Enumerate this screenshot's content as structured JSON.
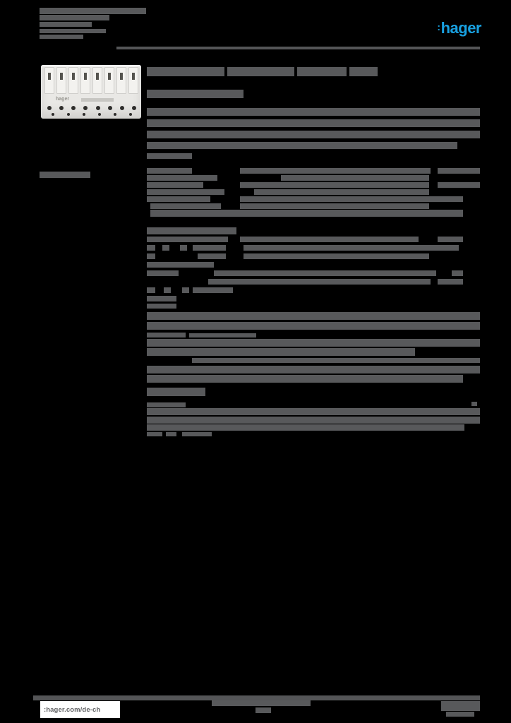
{
  "page": {
    "background": "#000000",
    "text_block_color": "#58595b",
    "divider_color": "#545557",
    "accent_color": "#18a0e0"
  },
  "brand": {
    "logo_prefix": ":",
    "logo_text": "hager"
  },
  "product_image": {
    "mini_label": "hager",
    "terminal_count": 8,
    "knob_count": 8,
    "knob_row2_count": 6
  },
  "footer": {
    "website": ":hager.com/de-ch"
  },
  "dividers": [
    [
      165,
      66,
      515,
      4
    ],
    [
      47,
      985,
      633,
      7
    ]
  ],
  "redacted_bars": [
    [
      56,
      11,
      151,
      9
    ],
    [
      56,
      21,
      99,
      8
    ],
    [
      56,
      31,
      74,
      7
    ],
    [
      56,
      41,
      94,
      6
    ],
    [
      56,
      49,
      62,
      6
    ],
    [
      208,
      95,
      110,
      13
    ],
    [
      322,
      95,
      95,
      13
    ],
    [
      421,
      95,
      70,
      13
    ],
    [
      495,
      95,
      40,
      13
    ],
    [
      208,
      127,
      137,
      12
    ],
    [
      208,
      153,
      472,
      11
    ],
    [
      208,
      169,
      472,
      11
    ],
    [
      208,
      185,
      472,
      11
    ],
    [
      208,
      201,
      440,
      10
    ],
    [
      208,
      217,
      64,
      8
    ],
    [
      56,
      243,
      72,
      9
    ],
    [
      208,
      238,
      64,
      8
    ],
    [
      340,
      238,
      270,
      8
    ],
    [
      620,
      238,
      60,
      8
    ],
    [
      208,
      248,
      100,
      8
    ],
    [
      398,
      248,
      210,
      8
    ],
    [
      208,
      258,
      80,
      8
    ],
    [
      340,
      258,
      268,
      8
    ],
    [
      620,
      258,
      60,
      8
    ],
    [
      208,
      268,
      110,
      8
    ],
    [
      360,
      268,
      248,
      8
    ],
    [
      208,
      278,
      90,
      8
    ],
    [
      340,
      278,
      316,
      8
    ],
    [
      213,
      288,
      100,
      8
    ],
    [
      340,
      288,
      268,
      8
    ],
    [
      213,
      297,
      443,
      10
    ],
    [
      208,
      322,
      127,
      10
    ],
    [
      208,
      335,
      115,
      8
    ],
    [
      340,
      335,
      253,
      8
    ],
    [
      620,
      335,
      36,
      8
    ],
    [
      208,
      347,
      12,
      8
    ],
    [
      230,
      347,
      10,
      8
    ],
    [
      255,
      347,
      10,
      8
    ],
    [
      273,
      347,
      47,
      8
    ],
    [
      345,
      347,
      305,
      8
    ],
    [
      208,
      359,
      12,
      8
    ],
    [
      280,
      359,
      40,
      8
    ],
    [
      345,
      359,
      263,
      8
    ],
    [
      208,
      371,
      95,
      8
    ],
    [
      208,
      383,
      45,
      8
    ],
    [
      303,
      383,
      315,
      8
    ],
    [
      640,
      383,
      16,
      8
    ],
    [
      295,
      395,
      315,
      8
    ],
    [
      620,
      395,
      36,
      8
    ],
    [
      208,
      407,
      12,
      8
    ],
    [
      232,
      407,
      10,
      8
    ],
    [
      258,
      407,
      10,
      8
    ],
    [
      273,
      407,
      57,
      8
    ],
    [
      208,
      419,
      42,
      8
    ],
    [
      208,
      430,
      42,
      7
    ],
    [
      208,
      442,
      472,
      11
    ],
    [
      208,
      456,
      472,
      11
    ],
    [
      208,
      471,
      55,
      7
    ],
    [
      268,
      472,
      95,
      6
    ],
    [
      208,
      480,
      472,
      11
    ],
    [
      208,
      493,
      380,
      11
    ],
    [
      272,
      507,
      408,
      7
    ],
    [
      208,
      518,
      472,
      11
    ],
    [
      208,
      531,
      448,
      11
    ],
    [
      208,
      549,
      83,
      12
    ],
    [
      208,
      570,
      55,
      7
    ],
    [
      668,
      569,
      8,
      6
    ],
    [
      208,
      578,
      472,
      10
    ],
    [
      208,
      590,
      472,
      10
    ],
    [
      208,
      601,
      450,
      9
    ],
    [
      208,
      612,
      22,
      6
    ],
    [
      235,
      612,
      15,
      6
    ],
    [
      258,
      612,
      42,
      6
    ],
    [
      300,
      991,
      140,
      9
    ],
    [
      362,
      1002,
      22,
      8
    ],
    [
      625,
      993,
      55,
      14
    ],
    [
      632,
      1008,
      40,
      7
    ]
  ]
}
